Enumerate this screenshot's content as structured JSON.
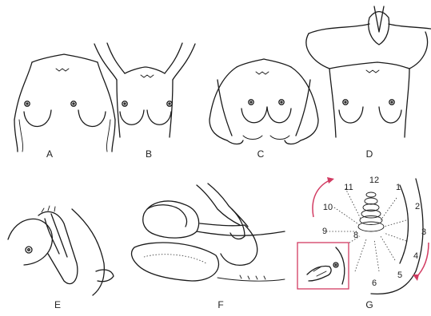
{
  "panels": [
    {
      "label": "A"
    },
    {
      "label": "B"
    },
    {
      "label": "C"
    },
    {
      "label": "D"
    },
    {
      "label": "E"
    },
    {
      "label": "F"
    },
    {
      "label": "G"
    }
  ],
  "clock_positions": [
    "12",
    "1",
    "2",
    "3",
    "4",
    "5",
    "6",
    "8",
    "9",
    "10",
    "11"
  ],
  "colors": {
    "ink": "#1a1a1a",
    "accent": "#d23b62"
  }
}
